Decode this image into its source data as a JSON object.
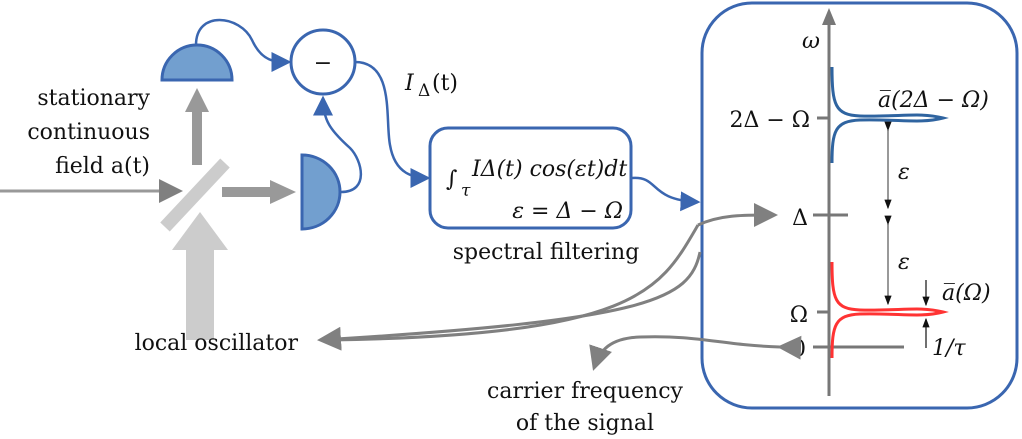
{
  "source": {
    "lines": [
      "stationary",
      "continuous",
      "field a(t)"
    ]
  },
  "signal_label": "I",
  "signal_sub": "Δ",
  "signal_arg": "(t)",
  "subtractor_symbol": "−",
  "filter": {
    "integral": "∫",
    "integral_sub": "τ",
    "integrand": "IΔ(t) cos(εt)dt",
    "condition": "ε = Δ − Ω",
    "caption": "spectral filtering"
  },
  "local_oscillator_label": "local oscillator",
  "carrier_label": [
    "carrier frequency",
    "of the signal"
  ],
  "spectrum": {
    "axis_label": "ω",
    "ticks": [
      "2Δ − Ω",
      "Δ",
      "Ω",
      "0"
    ],
    "upper_peak_label": "a̅(2Δ − Ω)",
    "lower_peak_label": "a̅(Ω)",
    "gap_label": "ε",
    "width_label": "1/τ"
  },
  "colors": {
    "blue": "#3a66b0",
    "detector_fill": "#729fcf",
    "red": "#ff3333",
    "peak_blue": "#2f64a0",
    "gray": "#808080",
    "light_gray": "#cccccc",
    "mid_gray": "#999999"
  }
}
